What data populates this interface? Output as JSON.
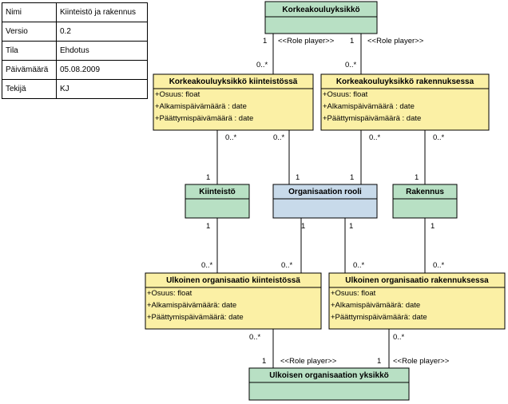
{
  "meta": {
    "rows": [
      {
        "key": "Nimi",
        "value": "Kiinteistö ja rakennus"
      },
      {
        "key": "Versio",
        "value": "0.2"
      },
      {
        "key": "Tila",
        "value": "Ehdotus"
      },
      {
        "key": "Päivämäärä",
        "value": "05.08.2009"
      },
      {
        "key": "Tekijä",
        "value": "KJ"
      }
    ]
  },
  "colors": {
    "green": "#b8e0c4",
    "yellow": "#fbf0a5",
    "blue": "#c8daea",
    "border": "#000000"
  },
  "classes": {
    "korkeakouluyksikko": {
      "name": "Korkeakouluyksikkö"
    },
    "kky_kiinteistossa": {
      "name": "Korkeakouluyksikkö kiinteistössä",
      "attrs": [
        "+Osuus: float",
        "+Alkamispäivämäärä : date",
        "+Päättymispäivämäärä : date"
      ]
    },
    "kky_rakennuksessa": {
      "name": "Korkeakouluyksikkö rakennuksessa",
      "attrs": [
        "+Osuus: float",
        "+Alkamispäivämäärä : date",
        "+Päättymispäivämäärä : date"
      ]
    },
    "kiinteisto": {
      "name": "Kiinteistö"
    },
    "organisaation_rooli": {
      "name": "Organisaation rooli"
    },
    "rakennus": {
      "name": "Rakennus"
    },
    "uo_kiinteistossa": {
      "name": "Ulkoinen organisaatio kiinteistössä",
      "attrs": [
        "+Osuus: float",
        "+Alkamispäivämäärä: date",
        "+Päättymispäivämäärä: date"
      ]
    },
    "uo_rakennuksessa": {
      "name": "Ulkoinen organisaatio rakennuksessa",
      "attrs": [
        "+Osuus: float",
        "+Alkamispäivämäärä: date",
        "+Päättymispäivämäärä: date"
      ]
    },
    "ulkoisen_yksikko": {
      "name": "Ulkoisen organisaation yksikkö"
    }
  },
  "labels": {
    "one": "1",
    "many": "0..*",
    "role_player": "<<Role player>>"
  }
}
